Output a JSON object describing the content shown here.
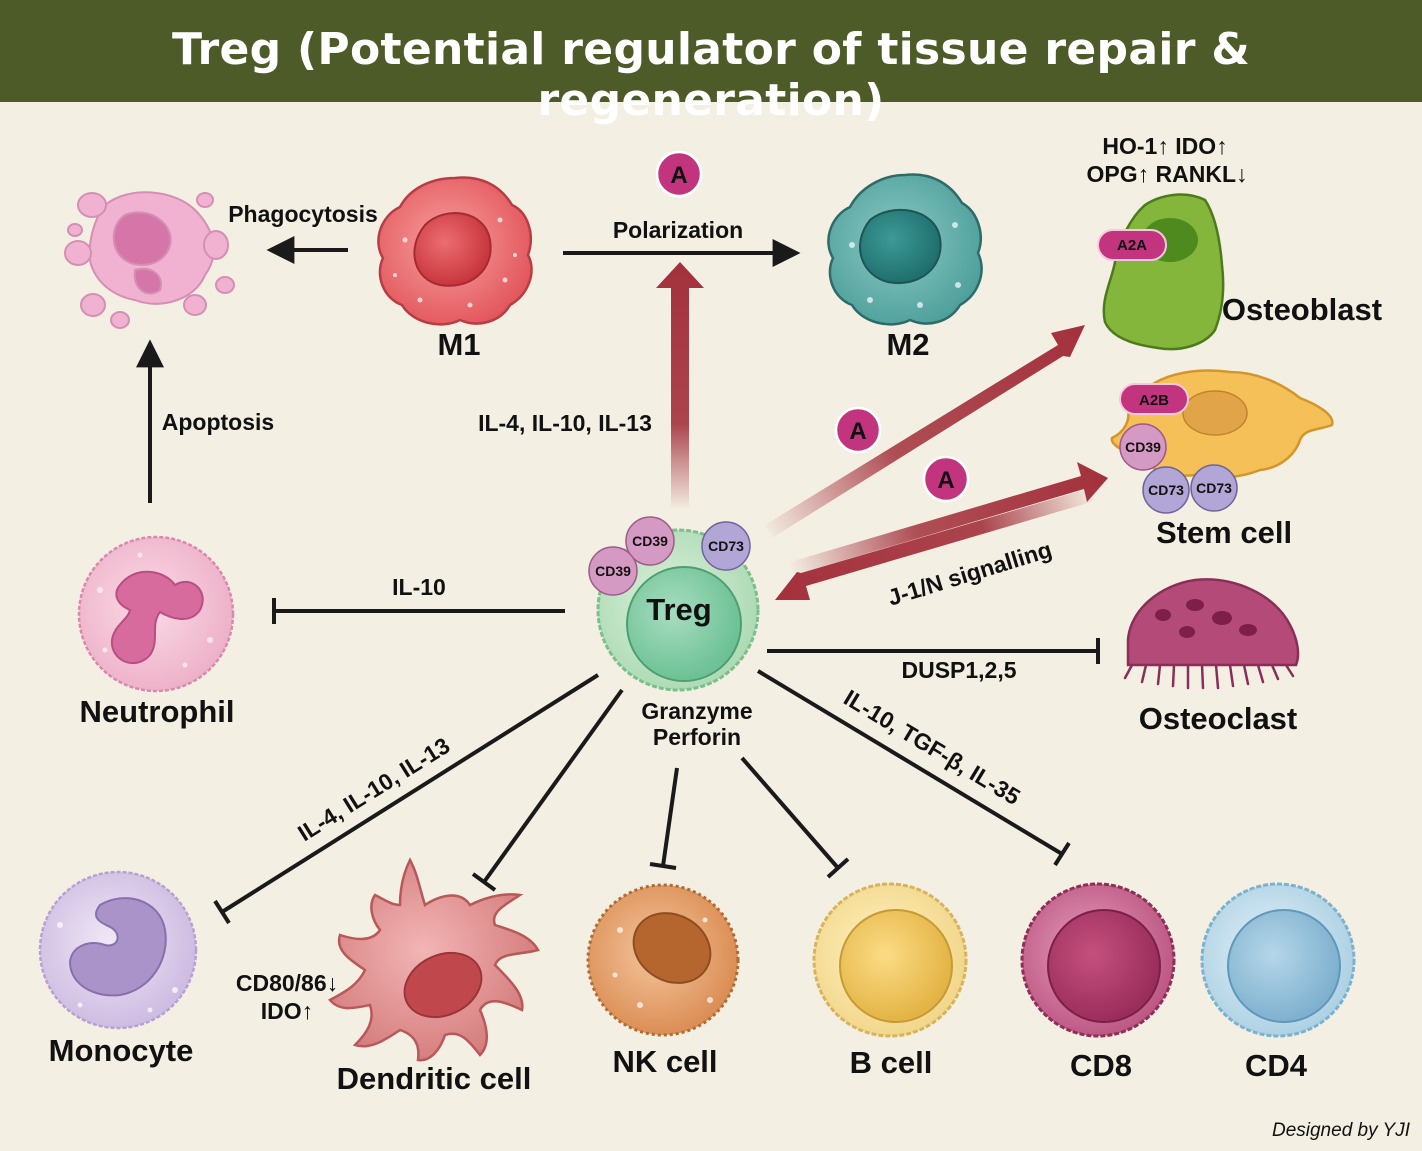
{
  "title": "Treg (Potential regulator of tissue repair & regeneration)",
  "credit": "Designed by YJI",
  "badge_letter": "A",
  "cells": {
    "m1": "M1",
    "m2": "M2",
    "osteoblast": "Osteoblast",
    "stem_cell": "Stem cell",
    "osteoclast": "Osteoclast",
    "neutrophil": "Neutrophil",
    "treg": "Treg",
    "monocyte": "Monocyte",
    "dendritic": "Dendritic cell",
    "nk": "NK cell",
    "bcell": "B cell",
    "cd8": "CD8",
    "cd4": "CD4"
  },
  "receptors": {
    "cd39": "CD39",
    "cd73": "CD73",
    "a2a": "A2A",
    "a2b": "A2B"
  },
  "labels": {
    "phagocytosis": "Phagocytosis",
    "polarization": "Polarization",
    "apoptosis": "Apoptosis",
    "il4_10_13_up": "IL-4, IL-10, IL-13",
    "il10": "IL-10",
    "jagged": "J-1/N signalling",
    "dusp": "DUSP1,2,5",
    "granzyme": "Granzyme",
    "perforin": "Perforin",
    "il10_tgf_il35": "IL-10, TGF-β, IL-35",
    "il4_10_13_mono": "IL-4, IL-10, IL-13",
    "cd80_86": "CD80/86↓",
    "ido_up": "IDO↑",
    "osteo_line1": "HO-1↑ IDO↑",
    "osteo_line2": "OPG↑ RANKL↓"
  },
  "colors": {
    "title_bar": "#4d5b28",
    "background": "#f4efe3",
    "red_arrow": "#a3313c",
    "badge": "#c2347e"
  }
}
